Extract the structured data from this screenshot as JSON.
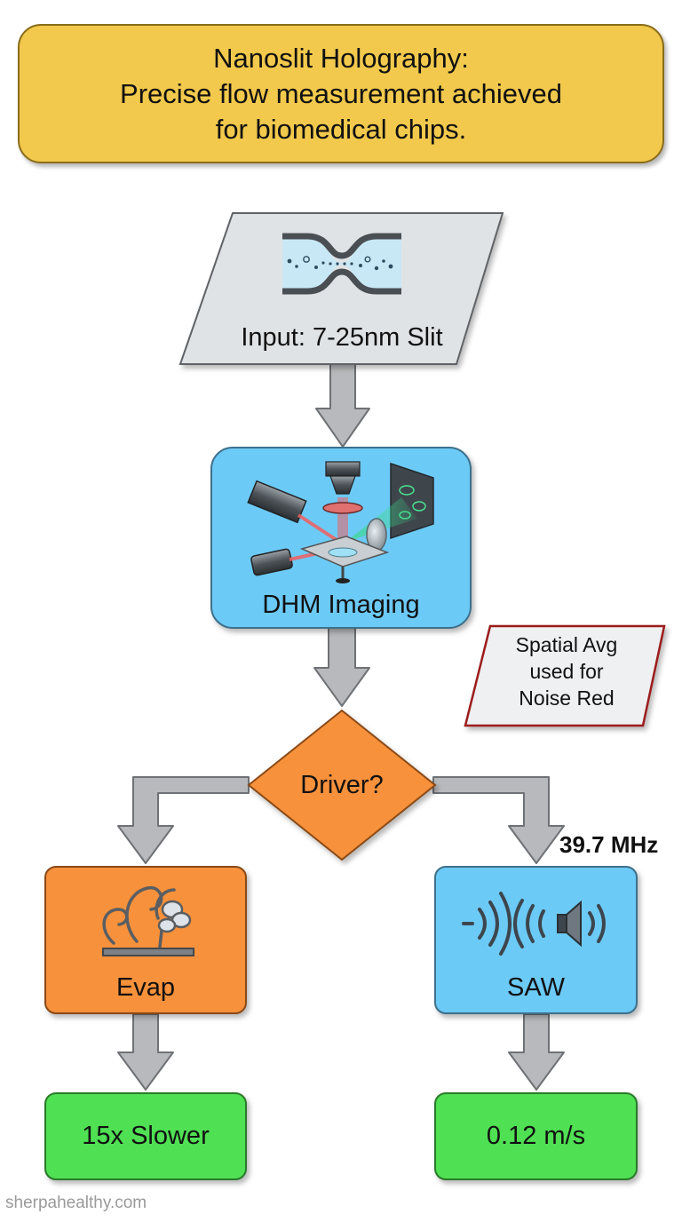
{
  "title": {
    "lines": [
      "Nanoslit Holography:",
      "Precise flow measurement achieved",
      "for biomedical chips."
    ]
  },
  "nodes": {
    "input": {
      "label": "Input: 7-25nm Slit"
    },
    "imaging": {
      "label": "DHM Imaging"
    },
    "decision": {
      "label": "Driver?"
    },
    "evap": {
      "label": "Evap"
    },
    "saw": {
      "label": "SAW"
    },
    "result_left": {
      "label": "15x Slower"
    },
    "result_right": {
      "label": "0.12 m/s"
    }
  },
  "callout": {
    "lines": [
      "Spatial Avg",
      "used for",
      "Noise Red"
    ]
  },
  "edge_labels": {
    "saw_frequency": "39.7 MHz"
  },
  "watermark": "sherpahealthy.com",
  "icons": {
    "input": "nanoslit-channel-icon",
    "imaging": "holographic-microscope-icon",
    "evap": "evaporation-steam-icon",
    "saw": "sound-wave-speaker-icon"
  },
  "colors": {
    "title_fill": "#f2c94c",
    "parallelogram_fill": "#e0e3e6",
    "blue_node": "#6ccaf6",
    "orange_node": "#f7913a",
    "green_node": "#4fe053",
    "arrow": "#b7b9bc",
    "callout_border": "#9c1d1d"
  }
}
